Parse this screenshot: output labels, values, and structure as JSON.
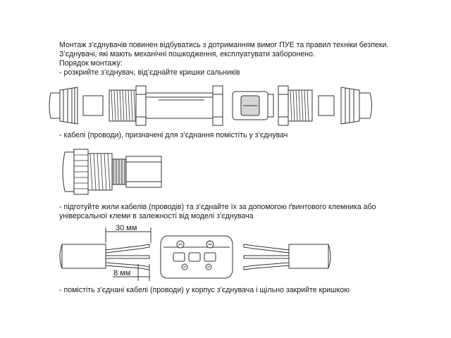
{
  "intro": {
    "line1": "Монтаж з’єднувачів повинен відбуватись з дотриманням вимог ПУЕ та правил техніки безпеки.",
    "line2": "З’єднувачі, які мають механічні пошкодження, експлуатувати заборонено.",
    "line3": "Порядок монтажу:"
  },
  "steps": [
    {
      "text": "- розкрийте з’єднувач, від’єднайте кришки сальників"
    },
    {
      "text": "- кабелі (проводи), призначені для з’єднання помістіть у з’єднувач"
    },
    {
      "text_line1": "- підготуйте жили кабелів (проводів) та з’єднайте їх за допомогою ґвинтового клемника або",
      "text_line2": "універсальної клеми в залежності від моделі з’єднувача"
    },
    {
      "text": "- помістіть з’єднані кабелі (проводи) у корпус з’єднувача і щільно закрийте кришкою"
    }
  ],
  "dimensions": {
    "strip_length": "30 мм",
    "core_strip": "8 мм"
  }
}
